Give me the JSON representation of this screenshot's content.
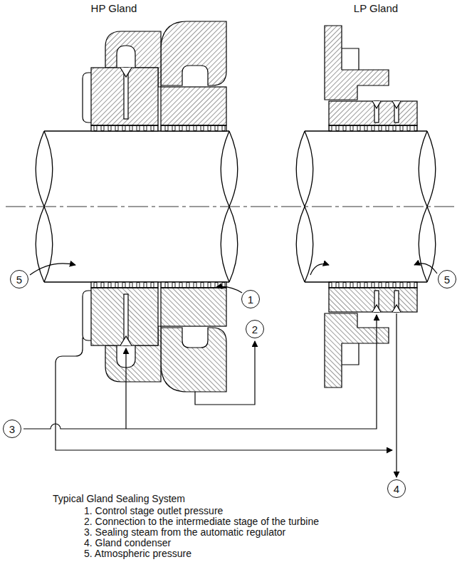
{
  "diagram": {
    "caption": "Typical Gland Sealing System",
    "labels": [
      "HP Gland",
      "LP Gland",
      "1",
      "2",
      "3",
      "4",
      "5",
      "5",
      "1. Control stage outlet pressure",
      "2. Connection to the intermediate stage of the turbine",
      "3. Sealing steam from the automatic regulator",
      "4. Gland condenser",
      "5. Atmospheric pressure"
    ]
  }
}
